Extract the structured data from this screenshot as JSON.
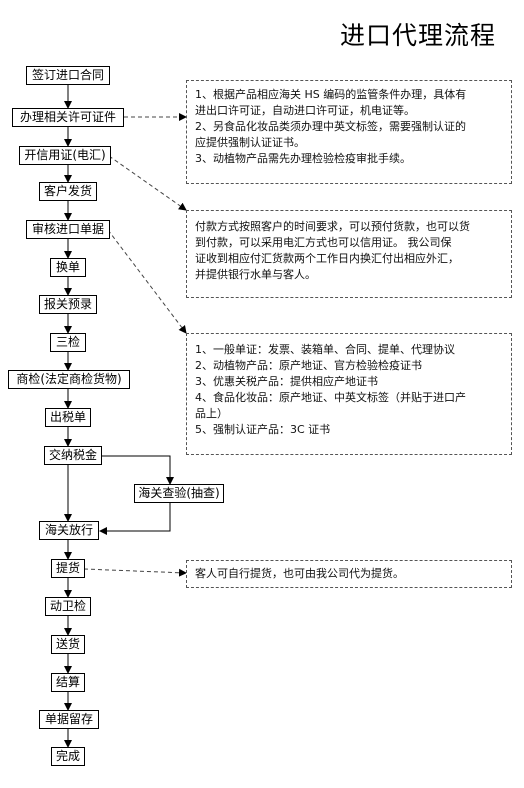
{
  "title": "进口代理流程",
  "steps": [
    "签订进口合同",
    "办理相关许可证件",
    "开信用证(电汇)",
    "客户发货",
    "审核进口单据",
    "换单",
    "报关预录",
    "三检",
    "商检(法定商检货物)",
    "出税单",
    "交纳税金",
    "海关查验(抽查)",
    "海关放行",
    "提货",
    "动卫检",
    "送货",
    "结算",
    "单据留存",
    "完成"
  ],
  "notes": {
    "licenses": [
      "1、根据产品相应海关 HS 编码的监管条件办理，具体有",
      "进出口许可证，自动进口许可证，机电证等。",
      "2、另食品化妆品类须办理中英文标签，需要强制认证的",
      "应提供强制认证证书。",
      "3、动植物产品需先办理检验检疫审批手续。"
    ],
    "payment": [
      "付款方式按照客户的时间要求，可以预付货款，也可以货",
      "到付款，可以采用电汇方式也可以信用证。  我公司保",
      "证收到相应付汇货款两个工作日内换汇付出相应外汇，",
      "并提供银行水单与客人。"
    ],
    "documents": [
      "1、一般单证：发票、装箱单、合同、提单、代理协议",
      "2、动植物产品：原产地证、官方检验检疫证书",
      "3、优惠关税产品：提供相应产地证书",
      "4、食品化妆品：原产地证、中英文标签（并贴于进口产",
      "品上）",
      "5、强制认证产品：3C 证书"
    ],
    "pickup": [
      "客人可自行提货，也可由我公司代为提货。"
    ]
  }
}
